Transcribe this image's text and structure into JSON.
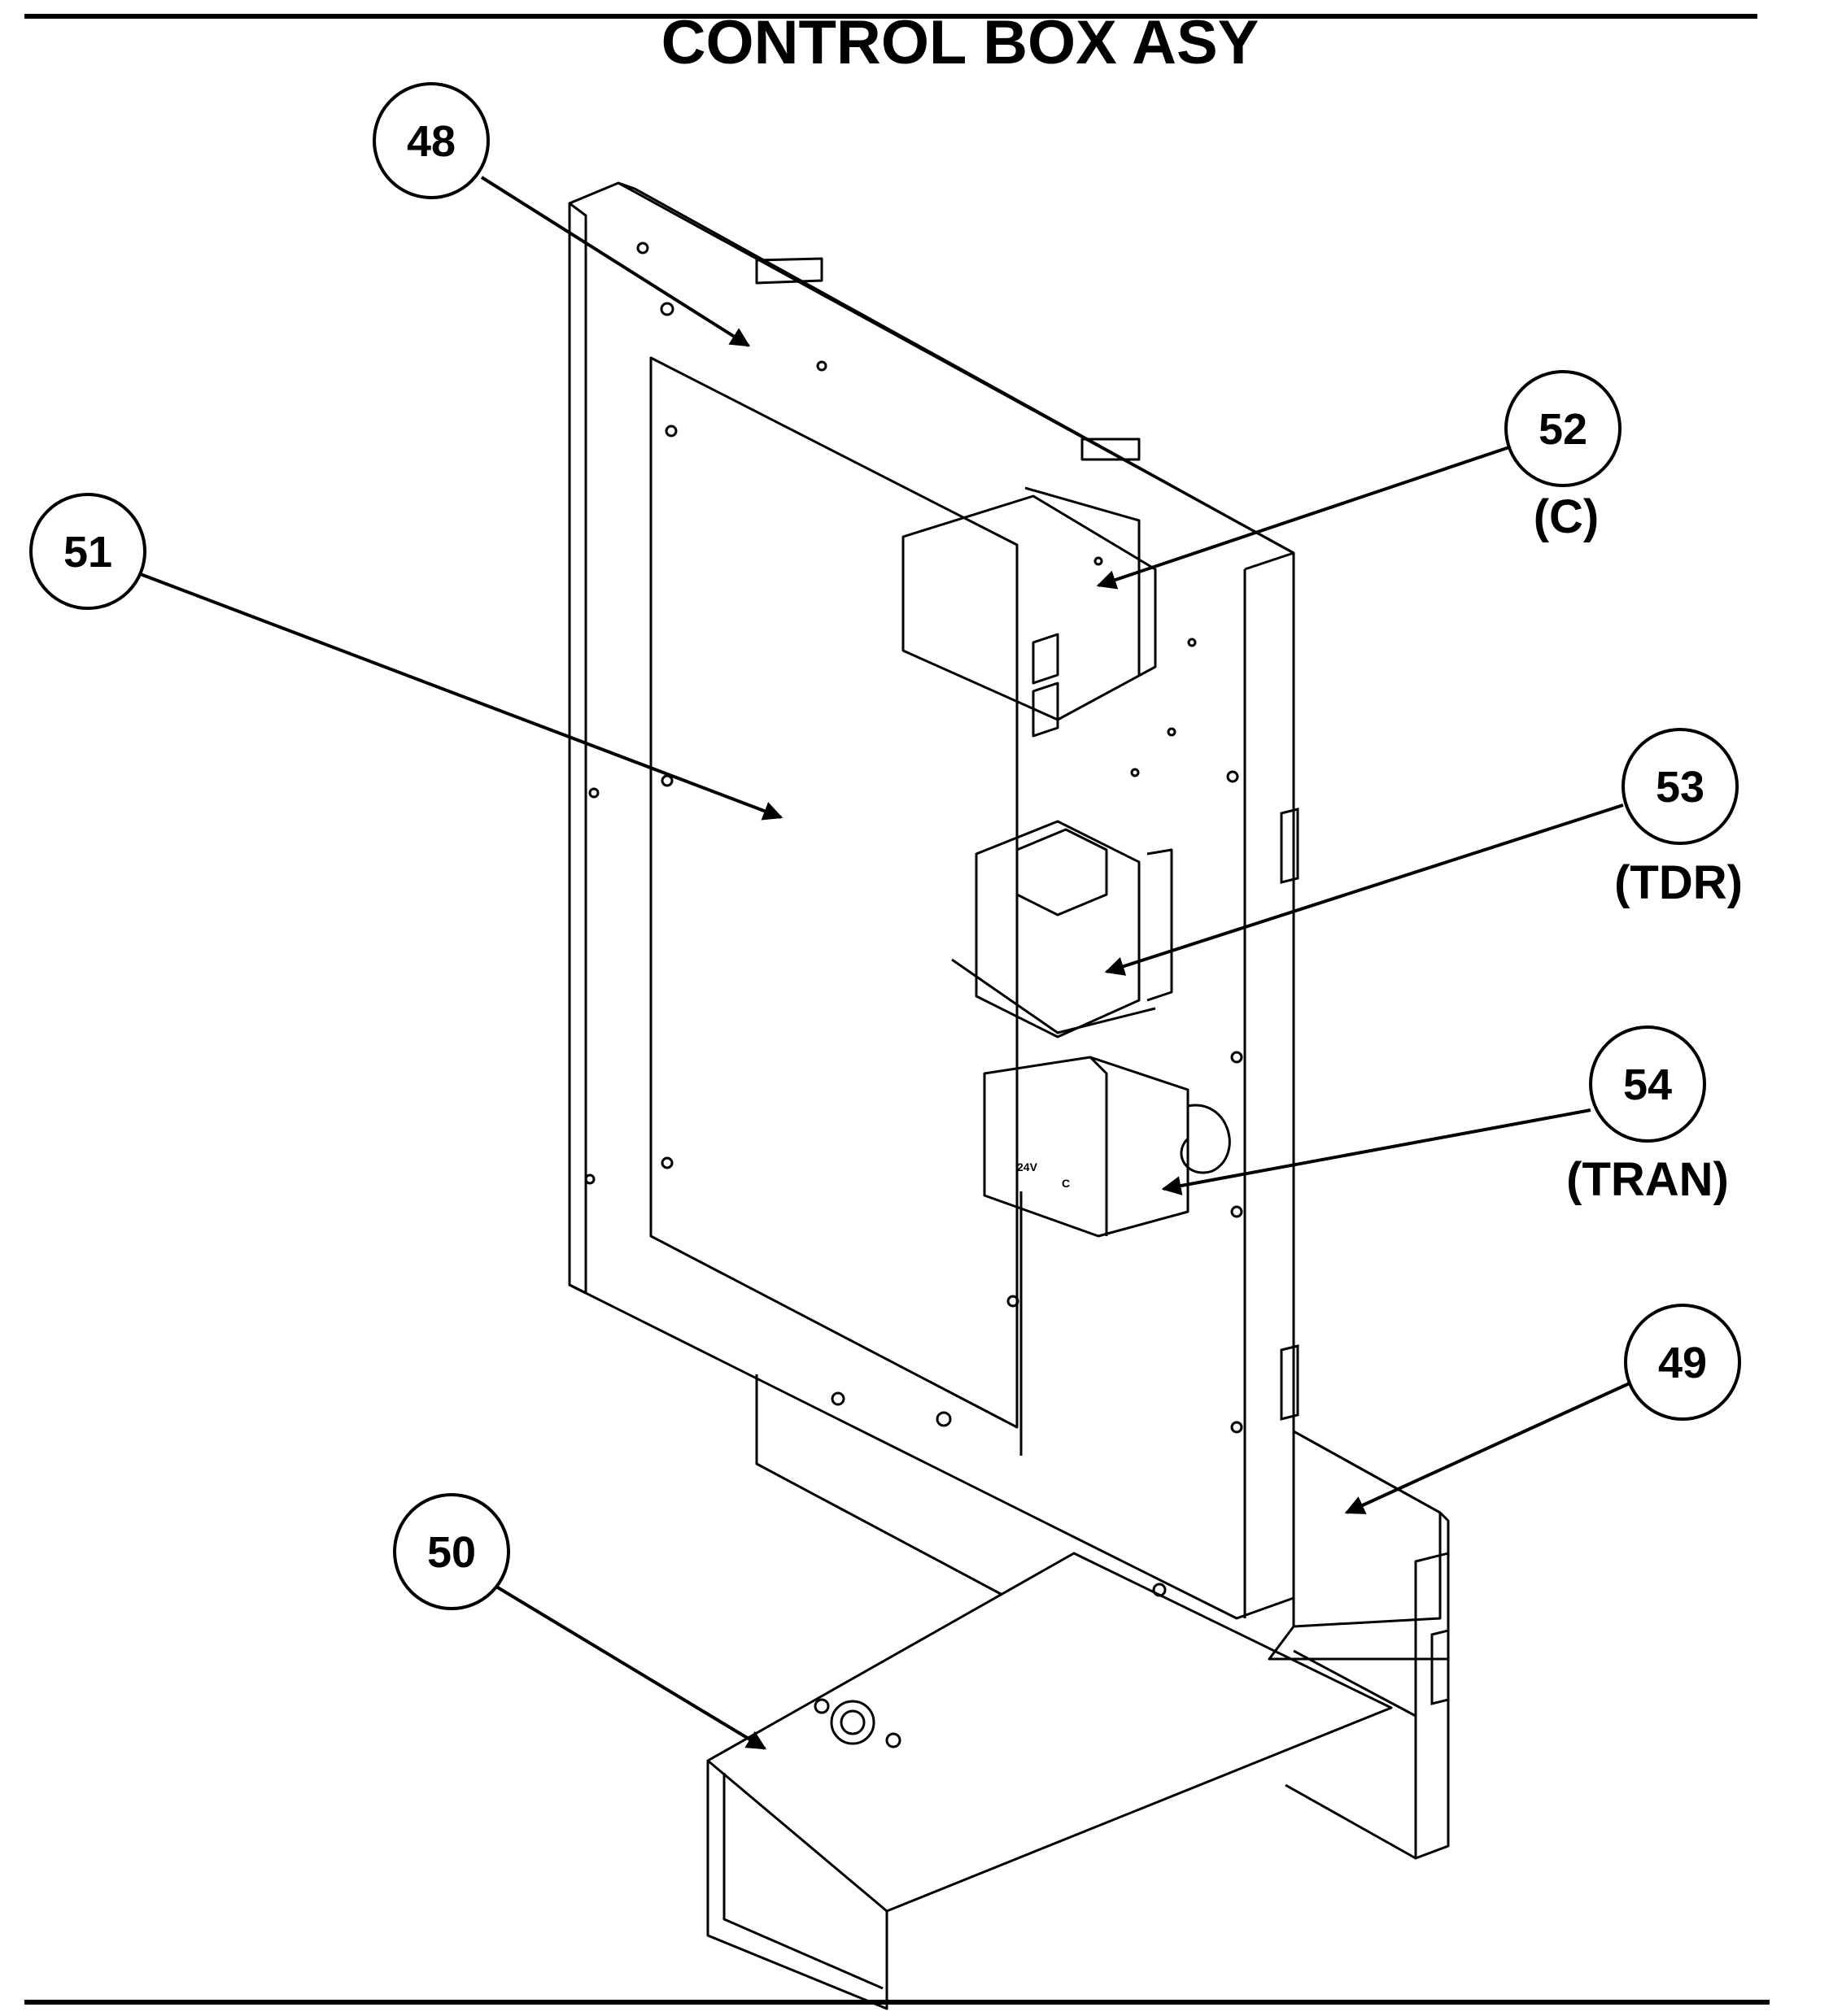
{
  "title": "CONTROL BOX ASY",
  "callouts": [
    {
      "id": "48",
      "label": "48",
      "sub": ""
    },
    {
      "id": "51",
      "label": "51",
      "sub": ""
    },
    {
      "id": "52",
      "label": "52",
      "sub": "(C)"
    },
    {
      "id": "53",
      "label": "53",
      "sub": "(TDR)"
    },
    {
      "id": "54",
      "label": "54",
      "sub": "(TRAN)"
    },
    {
      "id": "49",
      "label": "49",
      "sub": ""
    },
    {
      "id": "50",
      "label": "50",
      "sub": ""
    }
  ],
  "transformer_terminals": {
    "t1": "24V",
    "t2": "C"
  }
}
